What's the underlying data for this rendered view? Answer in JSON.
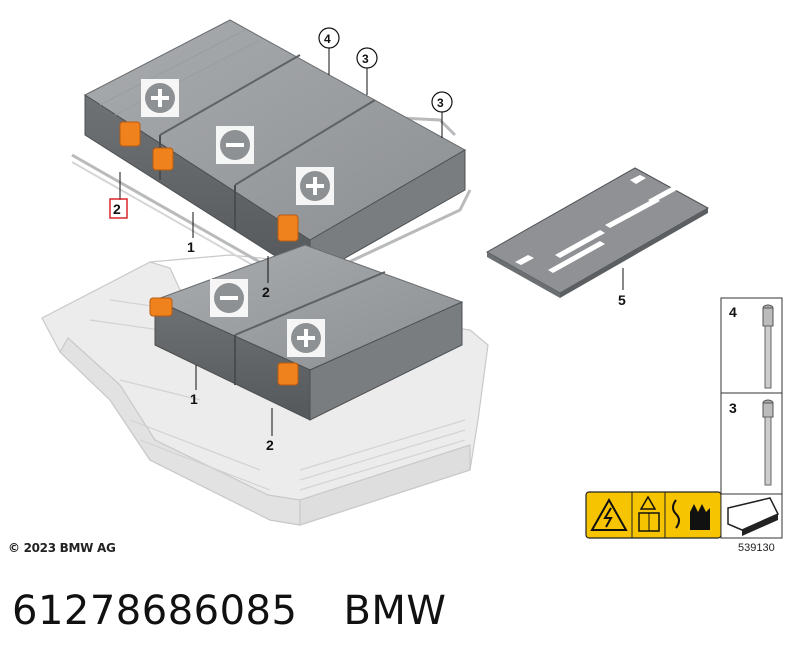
{
  "callouts": [
    {
      "id": "label-1-upper",
      "text": "1"
    },
    {
      "id": "label-2-red",
      "text": "2"
    },
    {
      "id": "label-2-mid",
      "text": "2"
    },
    {
      "id": "label-1-lower",
      "text": "1"
    },
    {
      "id": "label-2-lower",
      "text": "2"
    },
    {
      "id": "label-3-a",
      "text": "3"
    },
    {
      "id": "label-3-b",
      "text": "3"
    },
    {
      "id": "label-4",
      "text": "4"
    },
    {
      "id": "label-5",
      "text": "5"
    }
  ],
  "side_panel": {
    "item_4": "4",
    "item_3": "3"
  },
  "highlight_color": "#d9262b",
  "terminal_color": "#f0821e",
  "warning_color": "#f6c400",
  "copyright": "© 2023 BMW AG",
  "drawing_number": "539130",
  "part_number": "61278686085",
  "brand": "BMW"
}
